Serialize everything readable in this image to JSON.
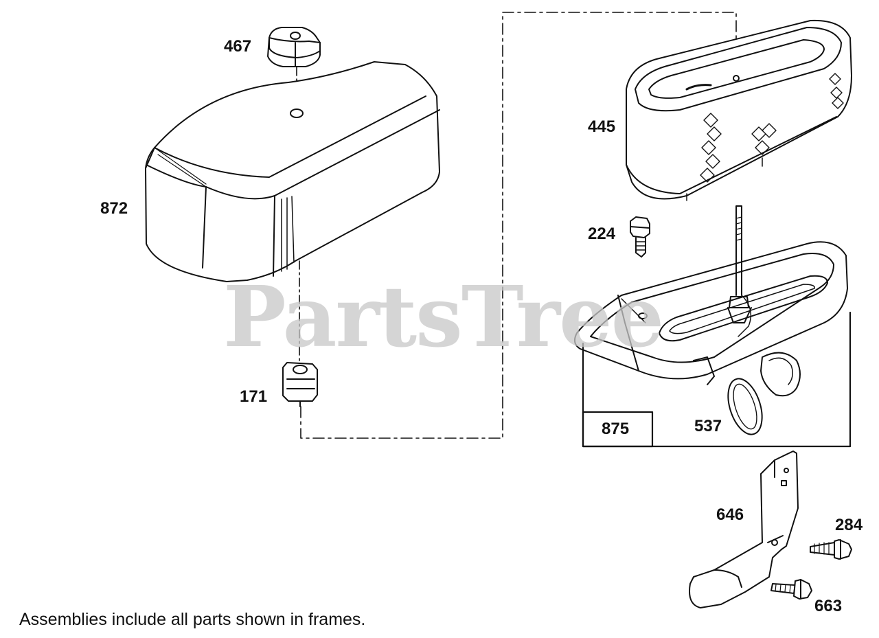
{
  "watermark": "PartsTree",
  "footnote": "Assemblies include all parts shown in frames.",
  "parts": {
    "p467": "467",
    "p872": "872",
    "p171": "171",
    "p445": "445",
    "p224": "224",
    "p875": "875",
    "p537": "537",
    "p646": "646",
    "p284": "284",
    "p663": "663"
  },
  "frames": [
    {
      "label": "875",
      "includes": [
        "875",
        "537"
      ]
    }
  ]
}
